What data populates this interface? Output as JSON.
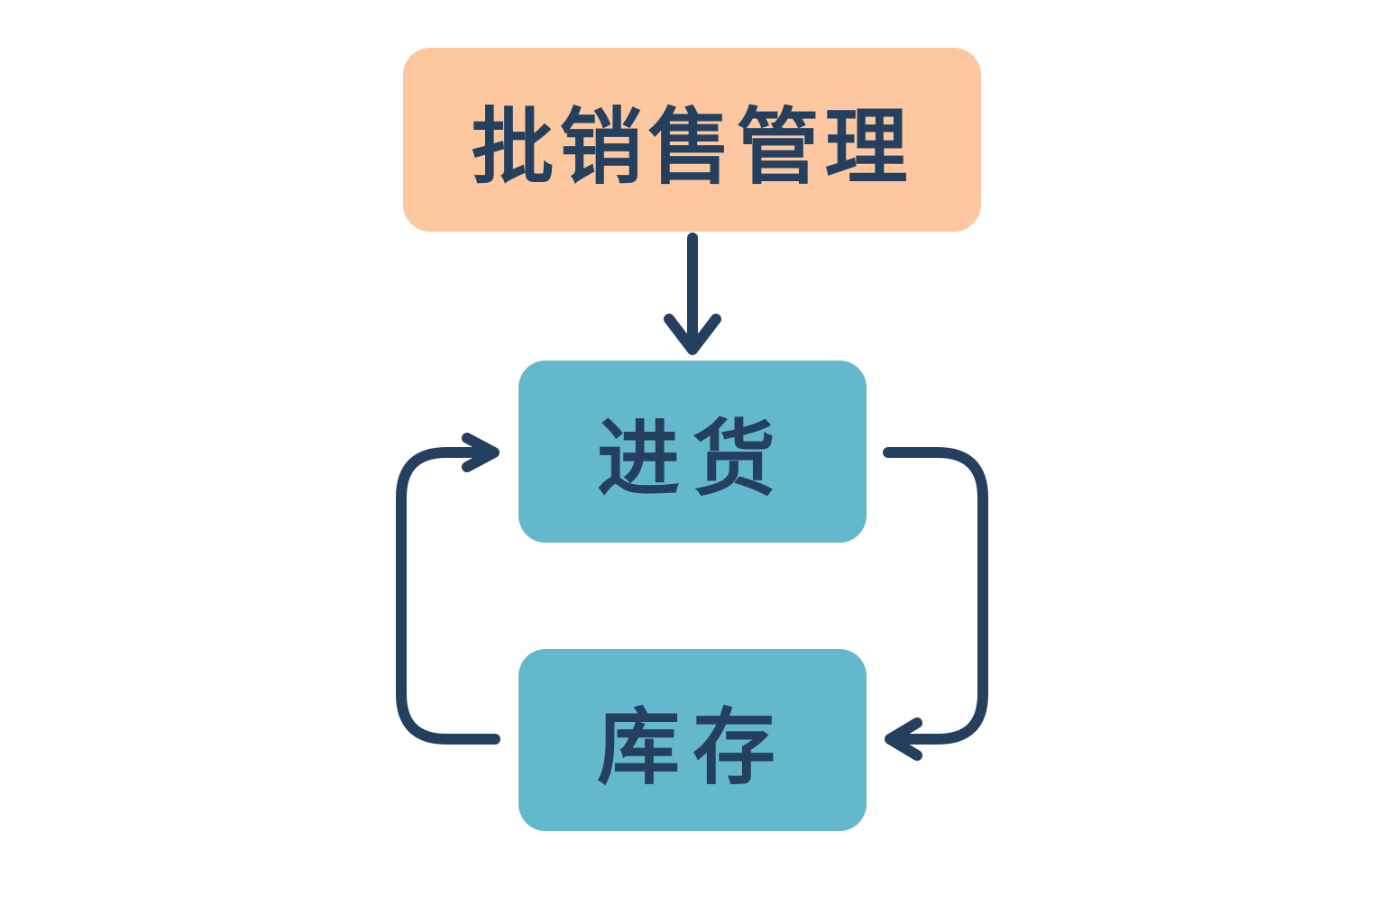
{
  "nodes": {
    "top": "批销售管理",
    "purchase": "进货",
    "stock": "库存"
  },
  "colors": {
    "top_fill": "#fdc8a0",
    "node_fill": "#63b8cb",
    "ink": "#24405e"
  }
}
